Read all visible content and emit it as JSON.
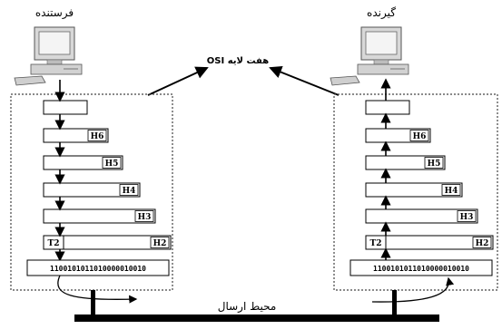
{
  "sender": {
    "label": "فرستنده",
    "headers": [
      "",
      "H6",
      "H5",
      "H4",
      "H3",
      "H2"
    ],
    "trailer": "T2",
    "bits": "1100101011010000010010"
  },
  "receiver": {
    "label": "گیرنده",
    "headers": [
      "",
      "H6",
      "H5",
      "H4",
      "H3",
      "H2"
    ],
    "trailer": "T2",
    "bits": "1100101011010000010010"
  },
  "osi_label": "هفت لایه OSI",
  "medium_label": "محیط ارسال"
}
